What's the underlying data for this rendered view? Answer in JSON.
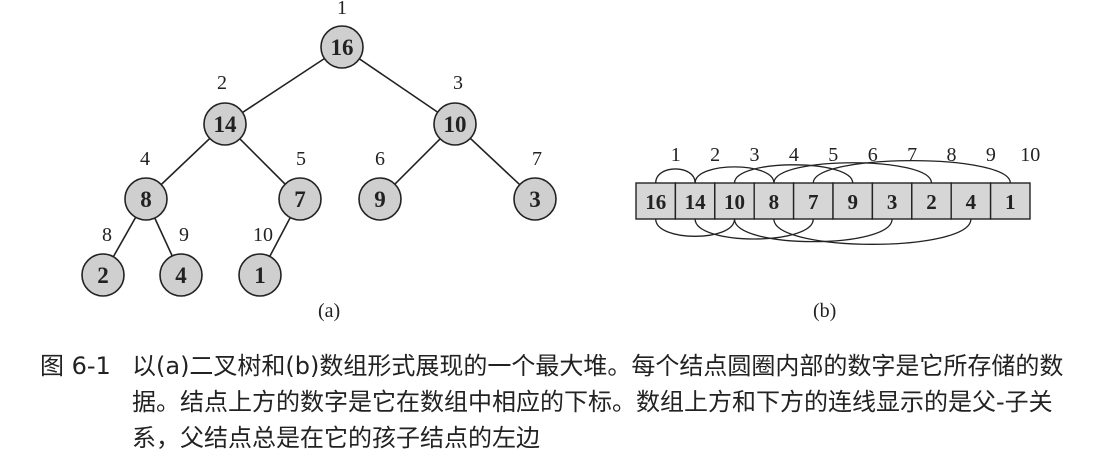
{
  "tree": {
    "nodes": [
      {
        "index": "1",
        "value": "16"
      },
      {
        "index": "2",
        "value": "14"
      },
      {
        "index": "3",
        "value": "10"
      },
      {
        "index": "4",
        "value": "8"
      },
      {
        "index": "5",
        "value": "7"
      },
      {
        "index": "6",
        "value": "9"
      },
      {
        "index": "7",
        "value": "3"
      },
      {
        "index": "8",
        "value": "2"
      },
      {
        "index": "9",
        "value": "4"
      },
      {
        "index": "10",
        "value": "1"
      }
    ],
    "edges": [
      [
        1,
        2
      ],
      [
        1,
        3
      ],
      [
        2,
        4
      ],
      [
        2,
        5
      ],
      [
        3,
        6
      ],
      [
        3,
        7
      ],
      [
        4,
        8
      ],
      [
        4,
        9
      ],
      [
        5,
        10
      ]
    ],
    "sublabel": "(a)"
  },
  "array": {
    "indices": [
      "1",
      "2",
      "3",
      "4",
      "5",
      "6",
      "7",
      "8",
      "9",
      "10"
    ],
    "values": [
      "16",
      "14",
      "10",
      "8",
      "7",
      "9",
      "3",
      "2",
      "4",
      "1"
    ],
    "sublabel": "(b)"
  },
  "colors": {
    "node_fill": "#cfcfcf",
    "stroke": "#222222",
    "cell_fill": "#d6d6d6"
  },
  "caption": {
    "label": "图 6-1",
    "text": "以(a)二叉树和(b)数组形式展现的一个最大堆。每个结点圆圈内部的数字是它所存储的数据。结点上方的数字是它在数组中相应的下标。数组上方和下方的连线显示的是父-子关系，父结点总是在它的孩子结点的左边"
  }
}
